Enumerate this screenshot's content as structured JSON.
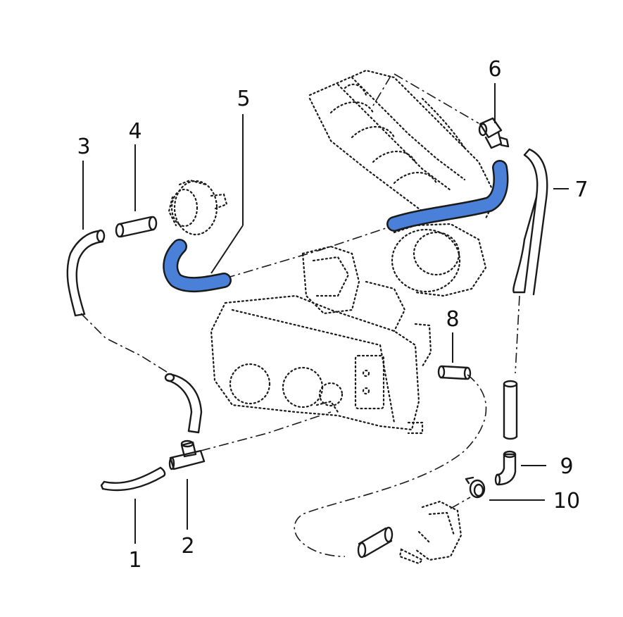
{
  "diagram": {
    "type": "exploded-parts-diagram",
    "highlight_color": "#4a80d8",
    "callouts": [
      {
        "id": "1",
        "label": "1"
      },
      {
        "id": "2",
        "label": "2"
      },
      {
        "id": "3",
        "label": "3"
      },
      {
        "id": "4",
        "label": "4"
      },
      {
        "id": "5",
        "label": "5",
        "highlighted": true
      },
      {
        "id": "6",
        "label": "6"
      },
      {
        "id": "7",
        "label": "7"
      },
      {
        "id": "8",
        "label": "8"
      },
      {
        "id": "9",
        "label": "9"
      },
      {
        "id": "10",
        "label": "10"
      }
    ]
  }
}
